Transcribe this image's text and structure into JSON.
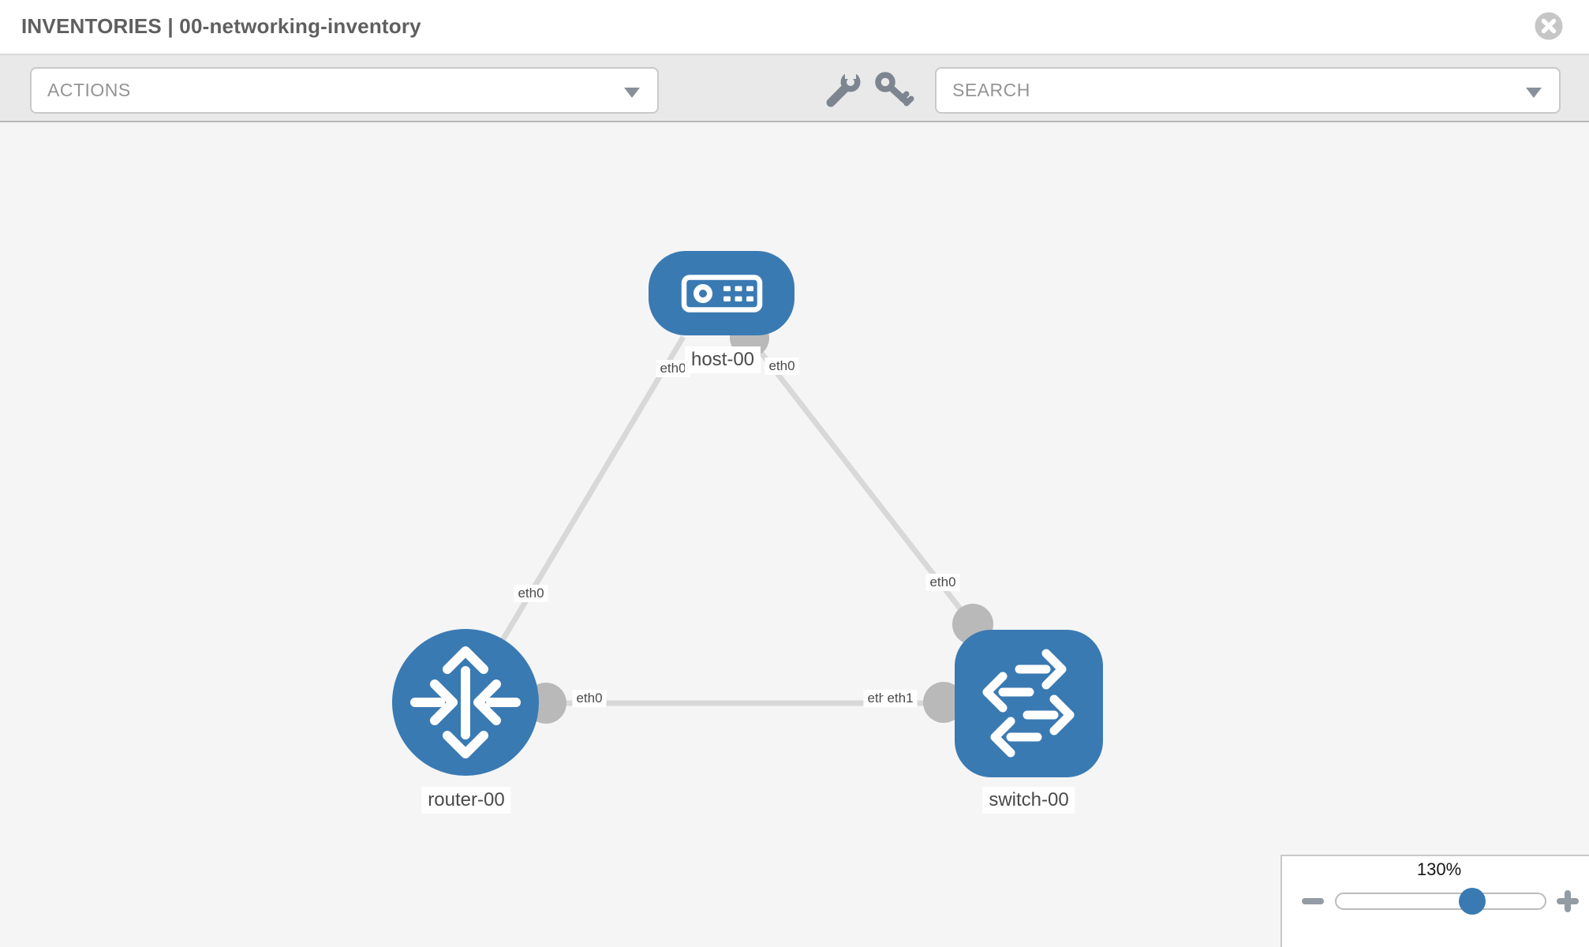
{
  "header": {
    "title": "INVENTORIES | 00-networking-inventory",
    "close_icon": "circle-x"
  },
  "toolbar": {
    "actions_label": "ACTIONS",
    "search_placeholder": "SEARCH",
    "tool_icons": [
      "wrench",
      "key"
    ],
    "caret_icon": "triangle-down"
  },
  "topology": {
    "nodes": [
      {
        "name": "host-00",
        "type": "host",
        "icon": "server-appliance"
      },
      {
        "name": "router-00",
        "type": "router",
        "icon": "four-route-arrows"
      },
      {
        "name": "switch-00",
        "type": "switch",
        "icon": "crossing-arrows"
      }
    ],
    "links": [
      {
        "source": "host-00",
        "target": "router-00",
        "source_iface": "eth0",
        "target_iface": "eth0"
      },
      {
        "source": "host-00",
        "target": "switch-00",
        "source_iface": "eth0",
        "target_iface": "eth0"
      },
      {
        "source": "router-00",
        "target": "switch-00",
        "source_iface": "eth0",
        "target_iface": "eth1",
        "target_iface_overlapped": "eth0"
      }
    ]
  },
  "zoom_control": {
    "level": "130%",
    "slider_percent": 64,
    "minus_icon": "minus",
    "plus_icon": "plus"
  },
  "colors": {
    "node_blue": "#3a7ab3",
    "link_gray": "#d8d8d8",
    "port_gray": "#b9b9b9",
    "canvas_bg": "#f5f5f5",
    "toolbar_bg": "#e9e9e9"
  }
}
